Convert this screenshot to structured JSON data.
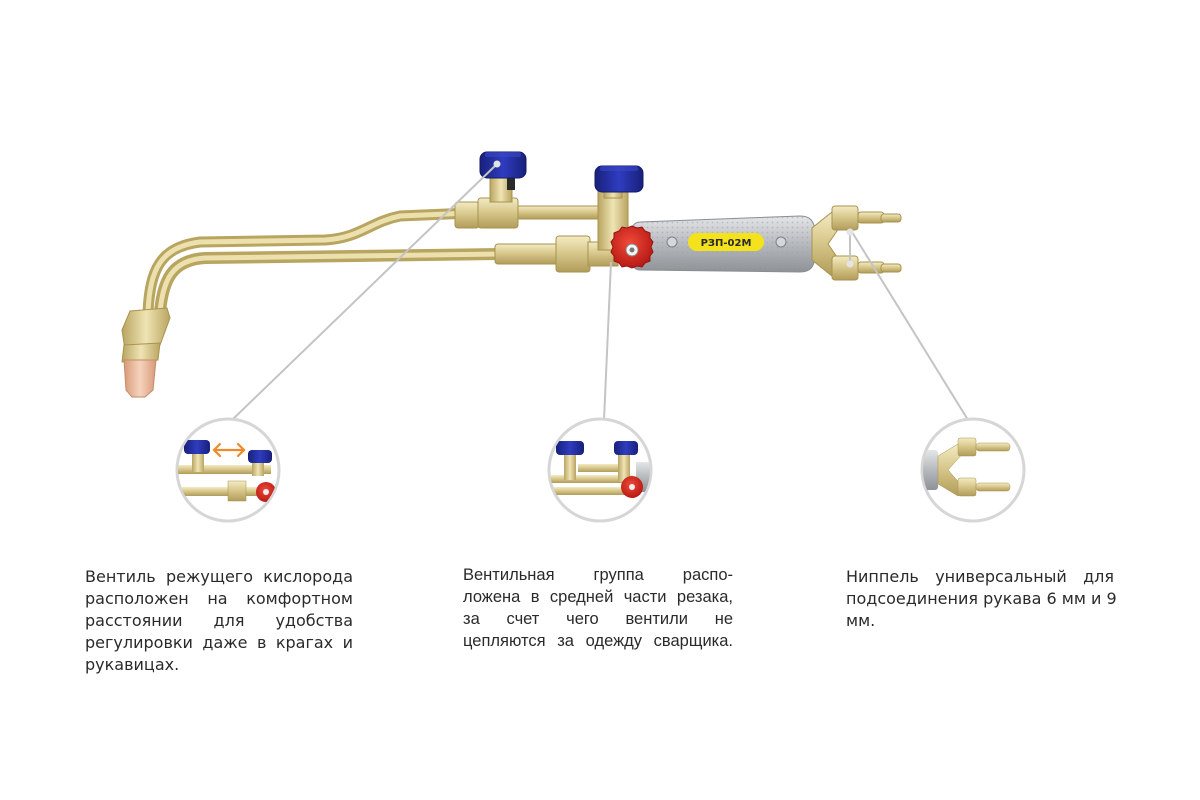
{
  "product": {
    "model_label": "РЗП-02М",
    "colors": {
      "brass": "#d8c78a",
      "brass_dark": "#b7a461",
      "brass_light": "#efe4b4",
      "valve_blue": "#1f2a9c",
      "valve_red": "#d7241c",
      "handle_gray": "#b9bcc0",
      "label_yellow": "#f3e21c",
      "tip_copper": "#e8b79a",
      "leader_line": "#c4c4c4",
      "arrow_orange": "#ef8a2b"
    }
  },
  "callouts": [
    {
      "id": "oxygen-valve",
      "lines": [
        "Вентиль режущего кислорода",
        "расположен на комфортном",
        "расстоянии для удобства",
        "регулировки даже в крагах и",
        "рукавицах."
      ]
    },
    {
      "id": "valve-group",
      "lines": [
        "Вентильная группа распо-",
        "ложена в средней части резака,",
        "за счет чего вентили не",
        "цепляются за одежду сварщика."
      ]
    },
    {
      "id": "nipple",
      "lines": [
        "Ниппель универсальный для",
        "подсоединения рукава 6 мм и 9",
        "мм."
      ]
    }
  ]
}
